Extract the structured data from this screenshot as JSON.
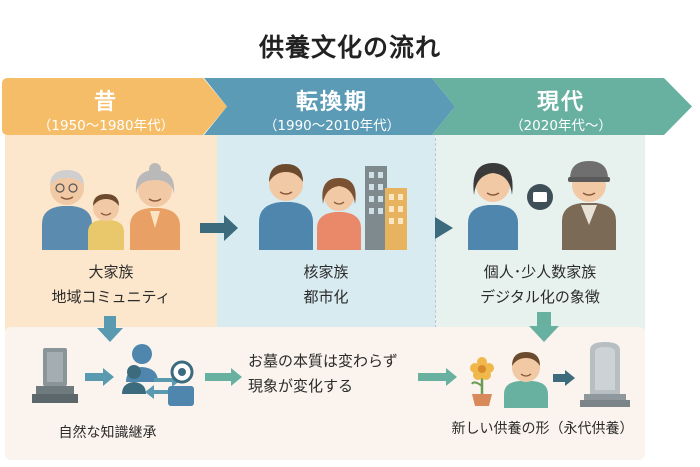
{
  "title": "供養文化の流れ",
  "eras": [
    {
      "name": "昔",
      "period": "（1950～1980年代）",
      "label_line1": "大家族",
      "label_line2": "地域コミュニティ"
    },
    {
      "name": "転換期",
      "period": "（1990～2010年代）",
      "label_line1": "核家族",
      "label_line2": "都市化"
    },
    {
      "name": "現代",
      "period": "（2020年代～）",
      "label_line1": "個人･少人数家族",
      "label_line2": "デジタル化の象徴"
    }
  ],
  "bottom": {
    "inheritance_label": "自然な知識継承",
    "message_line1": "お墓の本質は変わらず",
    "message_line2": "現象が変化する",
    "new_form_label": "新しい供養の形（永代供養）"
  },
  "colors": {
    "era1": "#f5bd67",
    "era2": "#5b9bb5",
    "era3": "#68b1a0",
    "arrow": "#5a9ab1",
    "arrow_dark": "#3c6b7e"
  }
}
